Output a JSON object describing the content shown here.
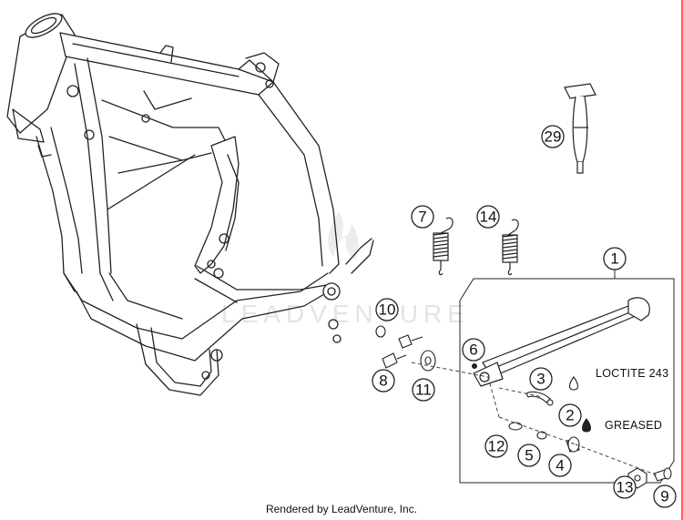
{
  "diagram": {
    "callouts": [
      {
        "id": "c1",
        "label": "1"
      },
      {
        "id": "c2",
        "label": "2"
      },
      {
        "id": "c3",
        "label": "3"
      },
      {
        "id": "c4",
        "label": "4"
      },
      {
        "id": "c5",
        "label": "5"
      },
      {
        "id": "c6",
        "label": "6"
      },
      {
        "id": "c7",
        "label": "7"
      },
      {
        "id": "c8",
        "label": "8"
      },
      {
        "id": "c9",
        "label": "9"
      },
      {
        "id": "c10",
        "label": "10"
      },
      {
        "id": "c11",
        "label": "11"
      },
      {
        "id": "c12",
        "label": "12"
      },
      {
        "id": "c13",
        "label": "13"
      },
      {
        "id": "c14",
        "label": "14"
      },
      {
        "id": "c29",
        "label": "29"
      }
    ],
    "notes": {
      "loctite": "LOCTITE 243",
      "greased": "GREASED"
    },
    "watermark": "LEADVENTURE"
  },
  "footer": {
    "credit": "Rendered by LeadVenture, Inc."
  }
}
